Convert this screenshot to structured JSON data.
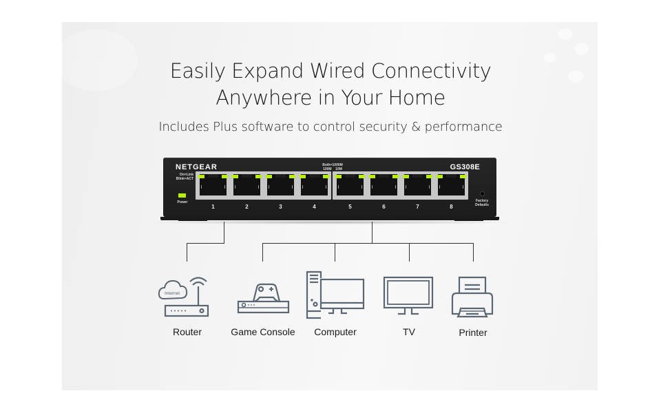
{
  "headline": {
    "line1": "Easily Expand Wired Connectivity",
    "line2": "Anywhere in Your Home",
    "subtitle": "Includes Plus software to control security & performance"
  },
  "switch": {
    "brand": "NETGEAR",
    "model": "GS308E",
    "link_legend": [
      "On=Link",
      "Blink=ACT"
    ],
    "speed_legend": [
      "Both=1000M",
      "100M    10M"
    ],
    "power_label": "Power",
    "factory_defaults_label": [
      "Factory",
      "Defaults"
    ],
    "ports": [
      "1",
      "2",
      "3",
      "4",
      "5",
      "6",
      "7",
      "8"
    ],
    "led_color": "#b8f000",
    "body_color": "#222222"
  },
  "devices": [
    {
      "name": "router",
      "label": "Router",
      "internet_label": "Internet",
      "port": "1"
    },
    {
      "name": "game-console",
      "label": "Game Console",
      "port": "5"
    },
    {
      "name": "computer",
      "label": "Computer",
      "port": "5"
    },
    {
      "name": "tv",
      "label": "TV",
      "port": "5"
    },
    {
      "name": "printer",
      "label": "Printer",
      "port": "5"
    }
  ],
  "colors": {
    "icon_stroke": "#5a6672",
    "text": "#1a1a1a",
    "background_panel": "#f2f2f2"
  }
}
